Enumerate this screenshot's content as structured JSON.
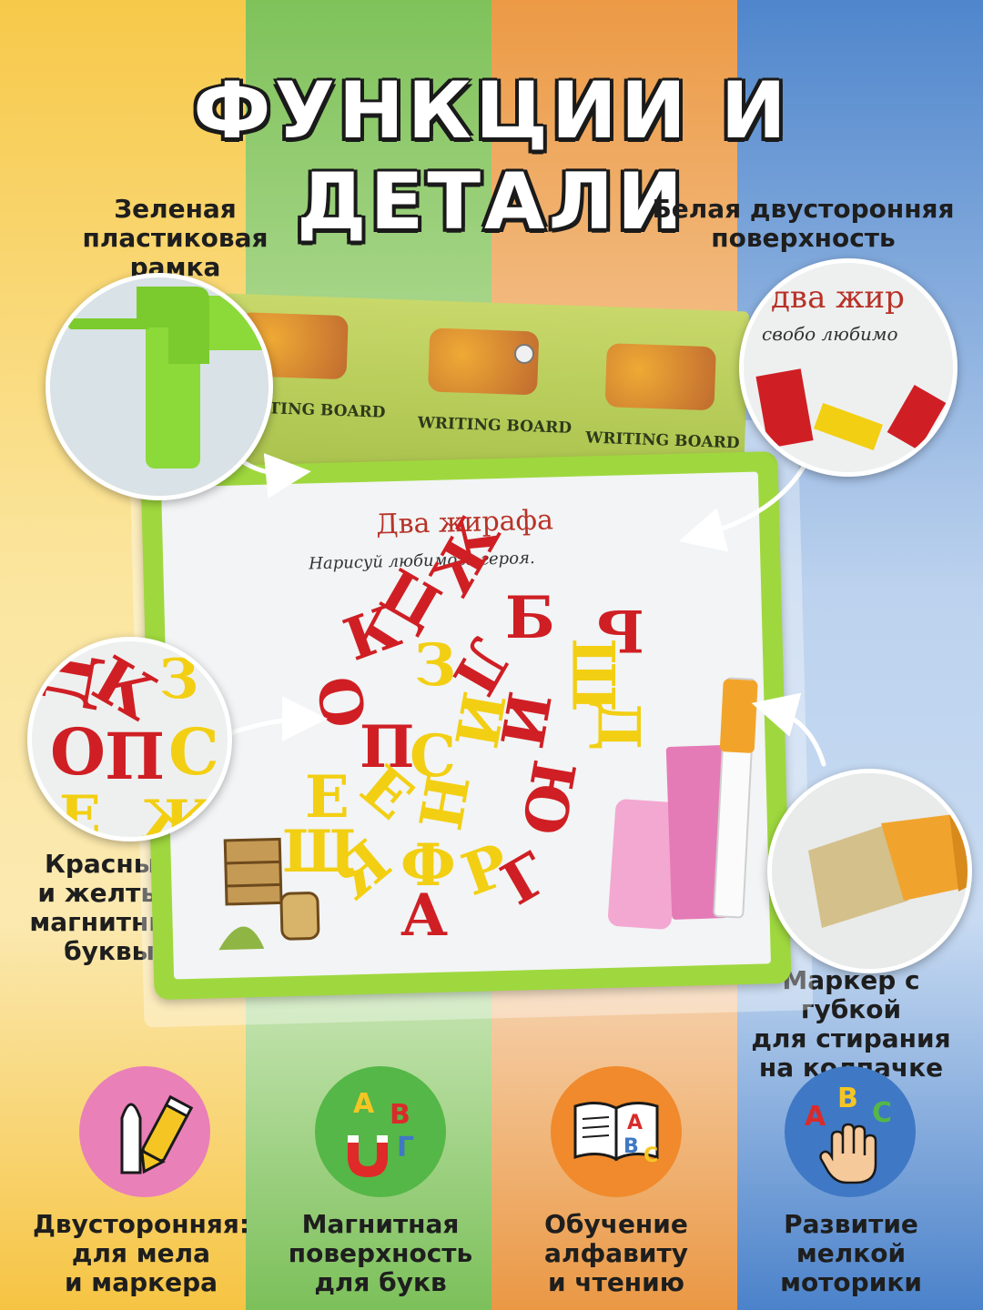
{
  "title": "ФУНКЦИИ И ДЕТАЛИ",
  "callouts": {
    "frame": [
      "Зеленая пластиковая",
      "рамка"
    ],
    "surface": [
      "Белая двусторонняя",
      "поверхность"
    ],
    "letters": [
      "Красные",
      "и желтые",
      "магнитные",
      "буквы"
    ],
    "marker": [
      "Маркер с губкой",
      "для стирания",
      "на колпачке"
    ]
  },
  "board": {
    "title": "Два жирафа",
    "subtitle": "Нарисуй       любимого героя.",
    "brand": "WRITING BOARD",
    "zoom_title": "два жир",
    "zoom_subtitle": "свобо любимо"
  },
  "features": [
    {
      "label": [
        "Двусторонняя:",
        "для мела",
        "и маркера"
      ],
      "color": "#e980b8",
      "icon": "chalk-marker-icon"
    },
    {
      "label": [
        "Магнитная",
        "поверхность",
        "для букв"
      ],
      "color": "#55b747",
      "icon": "magnet-letters-icon",
      "letters": [
        "А",
        "В",
        "Г"
      ]
    },
    {
      "label": [
        "Обучение",
        "алфавиту",
        "и чтению"
      ],
      "color": "#f08a2c",
      "icon": "open-book-icon",
      "letters": [
        "А",
        "В",
        "С"
      ]
    },
    {
      "label": [
        "Развитие",
        "мелкой",
        "моторики"
      ],
      "color": "#3f78c5",
      "icon": "hand-letters-icon",
      "letters": [
        "A",
        "B",
        "C"
      ]
    }
  ]
}
